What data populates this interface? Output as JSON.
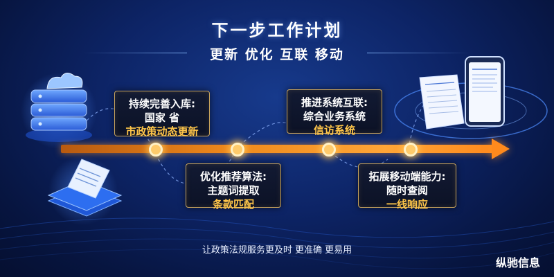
{
  "title": "下一步工作计划",
  "subtitle": "更新 优化 互联 移动",
  "cards": [
    {
      "title": "持续完善入库:",
      "line2": "国家 省",
      "highlight": "市政策动态更新"
    },
    {
      "title": "优化推荐算法:",
      "line2": "主题词提取",
      "highlight": "条款匹配"
    },
    {
      "title": "推进系统互联:",
      "line2": "综合业务系统",
      "highlight": "信访系统"
    },
    {
      "title": "拓展移动端能力:",
      "line2": "随时查阅",
      "highlight": "一线响应"
    }
  ],
  "footer": "让政策法规服务更及时 更准确 更易用",
  "brand": "纵驰信息",
  "colors": {
    "accent": "#ff8a1d",
    "highlight": "#ffc64a",
    "card_border": "#c9a45c",
    "background": "#0d2466"
  },
  "icons": [
    "database-icon",
    "document-stack-icon",
    "smartphone-icon",
    "paper-document-icon"
  ]
}
